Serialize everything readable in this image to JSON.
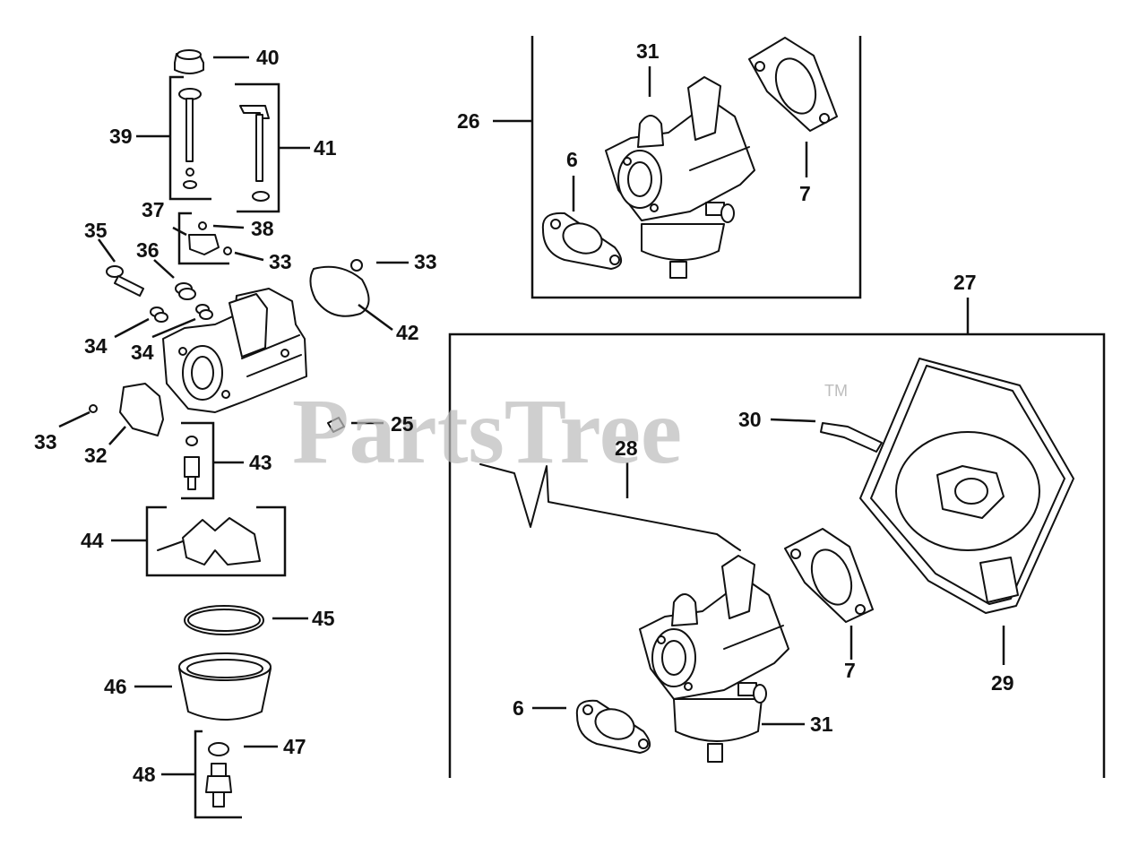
{
  "watermark": {
    "brand": "PartsTree",
    "trademark": "TM"
  },
  "callouts": {
    "n40": "40",
    "n39": "39",
    "n41": "41",
    "n37": "37",
    "n38": "38",
    "n35": "35",
    "n36": "36",
    "n33a": "33",
    "n33b": "33",
    "n33c": "33",
    "n34a": "34",
    "n34b": "34",
    "n42": "42",
    "n32": "32",
    "n25": "25",
    "n43": "43",
    "n44": "44",
    "n45": "45",
    "n46": "46",
    "n47": "47",
    "n48": "48",
    "n26": "26",
    "n31a": "31",
    "n6a": "6",
    "n7a": "7",
    "n27": "27",
    "n28": "28",
    "n29": "29",
    "n30": "30",
    "n7b": "7",
    "n6b": "6",
    "n31b": "31"
  }
}
